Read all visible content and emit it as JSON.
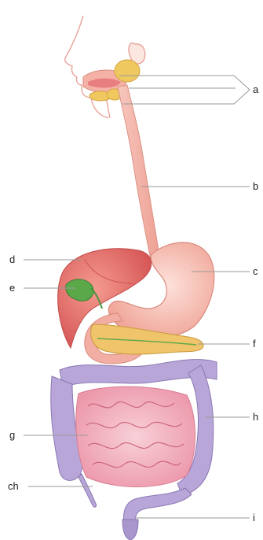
{
  "diagram": {
    "labels": {
      "a": "a",
      "b": "b",
      "c": "c",
      "d": "d",
      "e": "e",
      "f": "f",
      "g": "g",
      "h": "h",
      "ch": "ch",
      "i": "i"
    }
  },
  "colors": {
    "skin_outline": "#e8a49a",
    "salivary": "#f0c860",
    "esophagus": "#f3b8ad",
    "stomach": "#f6b7ab",
    "liver": "#e56b6b",
    "gallbladder": "#5aa84a",
    "pancreas": "#efc46a",
    "small_intestine": "#f2a0b0",
    "large_intestine": "#b8a6d8",
    "leader_line": "#9a9a9a"
  }
}
